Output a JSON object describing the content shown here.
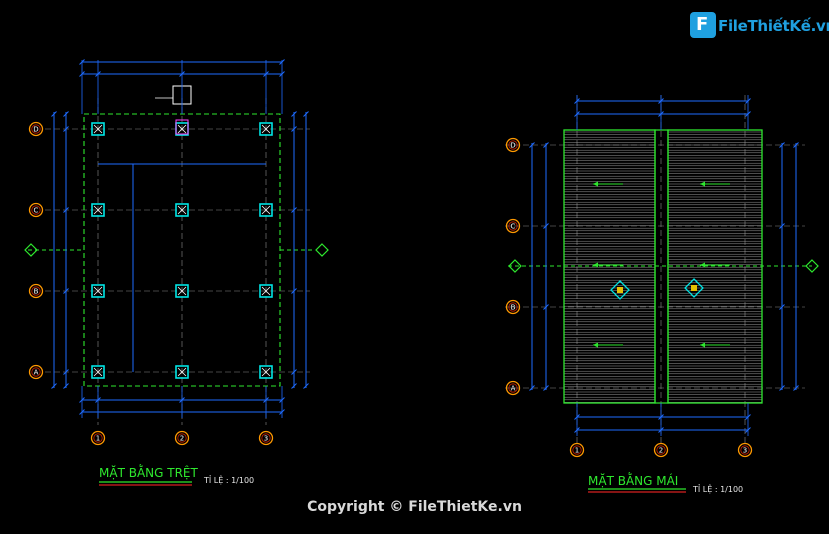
{
  "logo": {
    "letter": "F",
    "text": "FileThiếtKế.vn"
  },
  "plans": [
    {
      "title": "MẶT BẰNG TRỆT",
      "scale": "TỈ LỆ : 1/100"
    },
    {
      "title": "MẶT BẰNG MÁI",
      "scale": "TỈ LỆ : 1/100"
    }
  ],
  "grid": {
    "axes_rows": [
      "D",
      "C",
      "B",
      "A"
    ],
    "axes_cols": [
      "1",
      "2",
      "3"
    ]
  },
  "copyright": "Copyright © FileThietKe.vn",
  "colors": {
    "background": "#000000",
    "dimension": "#1e6bff",
    "column": "#00e5e5",
    "axis_bubble": "#ff9900",
    "green": "#2ee82e",
    "roof_line": "#9a9a9a"
  }
}
